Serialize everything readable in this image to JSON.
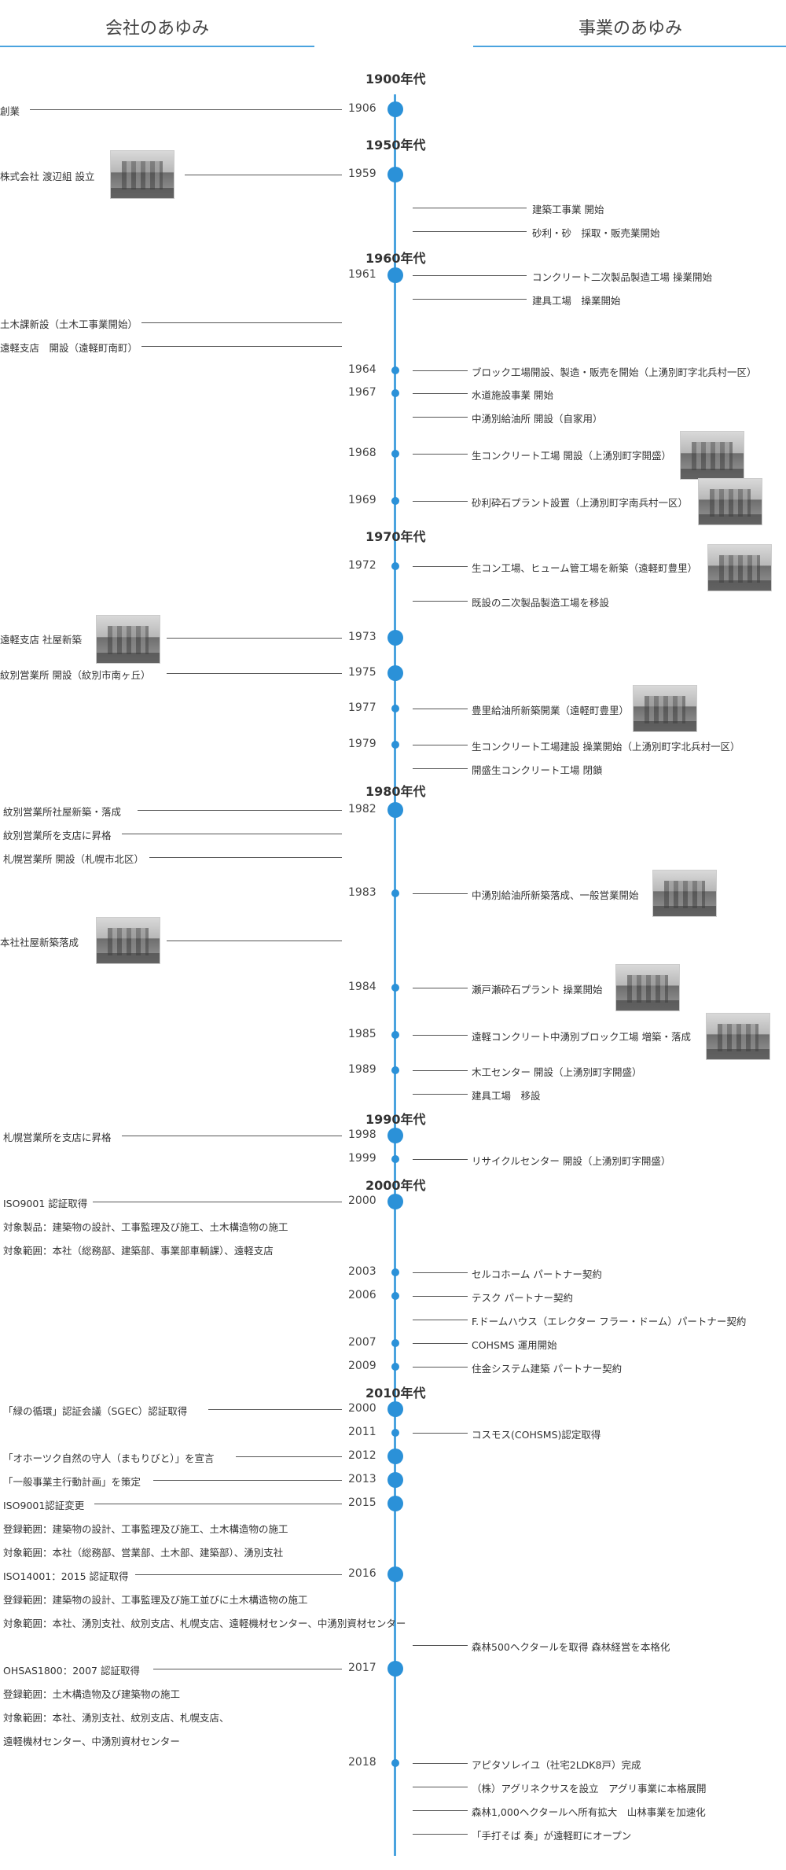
{
  "headers": {
    "left": "会社のあゆみ",
    "right": "事業のあゆみ"
  },
  "colors": {
    "accent": "#2b91d8",
    "line": "#555555"
  },
  "decades": [
    "1900年代",
    "1950年代",
    "1960年代",
    "1970年代",
    "1980年代",
    "1990年代",
    "2000年代",
    "2010年代"
  ],
  "years": [
    "1906",
    "1959",
    "1961",
    "1964",
    "1967",
    "1968",
    "1969",
    "1972",
    "1973",
    "1975",
    "1977",
    "1979",
    "1982",
    "1983",
    "1984",
    "1985",
    "1989",
    "1998",
    "1999",
    "2000",
    "2003",
    "2006",
    "2007",
    "2009",
    "2000",
    "2011",
    "2012",
    "2013",
    "2015",
    "2016",
    "2017",
    "2018"
  ],
  "company": [
    "創業",
    "株式会社 渡辺組 設立",
    "土木課新設（土木工事業開始）",
    "遠軽支店　開設（遠軽町南町）",
    "遠軽支店 社屋新築",
    "紋別営業所 開設（紋別市南ヶ丘）",
    "紋別営業所社屋新築・落成",
    "紋別営業所を支店に昇格",
    "札幌営業所 開設（札幌市北区）",
    "本社社屋新築落成",
    "札幌営業所を支店に昇格",
    "ISO9001 認証取得",
    "対象製品：建築物の設計、工事監理及び施工、土木構造物の施工",
    "対象範囲：本社（総務部、建築部、事業部車輌課）、遠軽支店",
    "「緑の循環」認証会議（SGEC）認証取得",
    "「オホーツク自然の守人（まもりびと）」を宣言",
    "「一般事業主行動計画」を策定",
    "ISO9001認証変更",
    "登録範囲：建築物の設計、工事監理及び施工、土木構造物の施工",
    "対象範囲：本社（総務部、営業部、土木部、建築部）、湧別支社",
    "ISO14001：2015 認証取得",
    "登録範囲：建築物の設計、工事監理及び施工並びに土木構造物の施工",
    "対象範囲：本社、湧別支社、紋別支店、札幌支店、遠軽機材センター、中湧別資材センター",
    "OHSAS1800：2007 認証取得",
    "登録範囲：土木構造物及び建築物の施工",
    "対象範囲：本社、湧別支社、紋別支店、札幌支店、",
    "遠軽機材センター、中湧別資材センター"
  ],
  "business": [
    "建築工事業 開始",
    "砂利・砂　採取・販売業開始",
    "コンクリート二次製品製造工場 操業開始",
    "建具工場　操業開始",
    "ブロック工場開設、製造・販売を開始（上湧別町字北兵村一区）",
    "水道施設事業 開始",
    "中湧別給油所 開設（自家用）",
    "生コンクリート工場 開設（上湧別町字開盛）",
    "砂利砕石プラント設置（上湧別町字南兵村一区）",
    "生コン工場、ヒューム管工場を新築（遠軽町豊里）",
    "既設の二次製品製造工場を移設",
    "豊里給油所新築開業（遠軽町豊里）",
    "生コンクリート工場建設 操業開始（上湧別町字北兵村一区）",
    "開盛生コンクリート工場 閉鎖",
    "中湧別給油所新築落成、一般営業開始",
    "瀬戸瀬砕石プラント 操業開始",
    "遠軽コンクリート中湧別ブロック工場 増築・落成",
    "木工センター 開設（上湧別町字開盛）",
    "建具工場　移設",
    "リサイクルセンター 開設（上湧別町字開盛）",
    "セルコホーム パートナー契約",
    "テスク パートナー契約",
    "F.ドームハウス（エレクター フラー・ドーム）パートナー契約",
    "COHSMS 運用開始",
    "住金システム建築 パートナー契約",
    "コスモス(COHSMS)認定取得",
    "森林500ヘクタールを取得 森林経営を本格化",
    "アピタソレイユ（社宅2LDK8戸）完成",
    "（株）アグリネクサスを設立　アグリ事業に本格展開",
    "森林1,000ヘクタールへ所有拡大　山林事業を加速化",
    "「手打そば 奏」が遠軽町にオープン"
  ]
}
